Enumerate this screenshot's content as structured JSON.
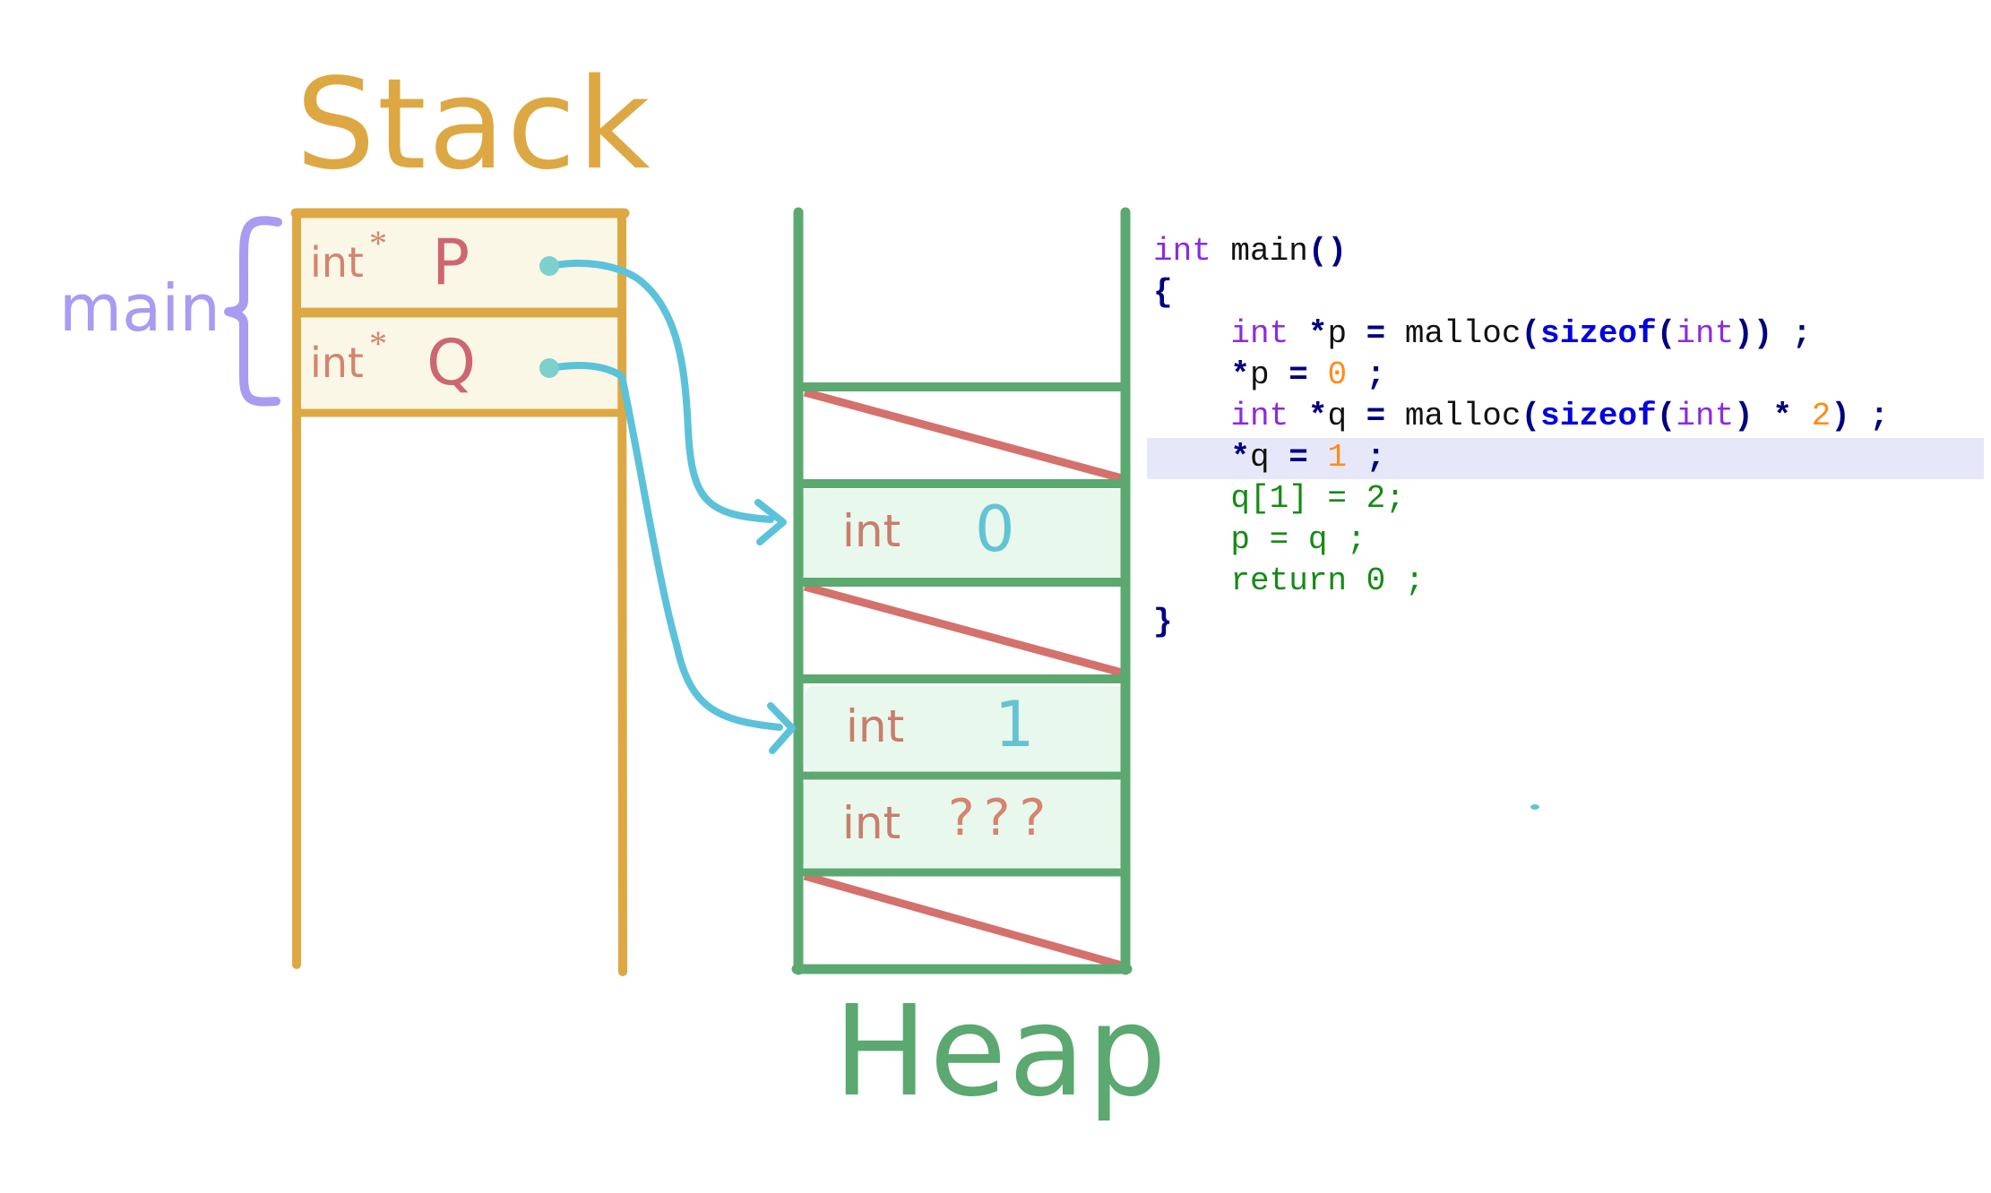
{
  "diagram": {
    "stack_title": "Stack",
    "heap_title": "Heap",
    "frame_label": "main",
    "stack_cells": [
      {
        "type": "int",
        "star": "*",
        "name": "P",
        "points_to": "heap-block-1"
      },
      {
        "type": "int",
        "star": "*",
        "name": "Q",
        "points_to": "heap-block-2"
      }
    ],
    "heap_blocks": [
      {
        "state": "free"
      },
      {
        "state": "allocated",
        "type": "int",
        "value": "0"
      },
      {
        "state": "free"
      },
      {
        "state": "allocated",
        "type": "int",
        "value": "1"
      },
      {
        "state": "allocated",
        "type": "int",
        "value": "???"
      },
      {
        "state": "free"
      }
    ],
    "colors": {
      "stack": "#DDA843",
      "stack_cell_fill": "#FBF7E6",
      "heap": "#5BA870",
      "heap_cell_fill": "#E8F8EC",
      "free_slash": "#D4716C",
      "pointer_arrow": "#5BC2DA",
      "frame_brace": "#A99BF2",
      "code_highlight": "#E6E8FA"
    }
  },
  "code": {
    "highlighted_line": 5,
    "lines": [
      [
        {
          "t": "int",
          "c": "kw"
        },
        {
          "t": " main",
          "c": "plain"
        },
        {
          "t": "()",
          "c": "op"
        }
      ],
      [
        {
          "t": "{",
          "c": "op"
        }
      ],
      [
        {
          "t": "    ",
          "c": "plain"
        },
        {
          "t": "int",
          "c": "kw"
        },
        {
          "t": " ",
          "c": "plain"
        },
        {
          "t": "*",
          "c": "op"
        },
        {
          "t": "p ",
          "c": "plain"
        },
        {
          "t": "=",
          "c": "op"
        },
        {
          "t": " malloc",
          "c": "plain"
        },
        {
          "t": "(",
          "c": "op"
        },
        {
          "t": "sizeof",
          "c": "kwb"
        },
        {
          "t": "(",
          "c": "op"
        },
        {
          "t": "int",
          "c": "kw"
        },
        {
          "t": "))",
          "c": "op"
        },
        {
          "t": " ;",
          "c": "op"
        }
      ],
      [
        {
          "t": "    ",
          "c": "plain"
        },
        {
          "t": "*",
          "c": "op"
        },
        {
          "t": "p ",
          "c": "plain"
        },
        {
          "t": "=",
          "c": "op"
        },
        {
          "t": " ",
          "c": "plain"
        },
        {
          "t": "0",
          "c": "num"
        },
        {
          "t": " ;",
          "c": "op"
        }
      ],
      [
        {
          "t": "    ",
          "c": "plain"
        },
        {
          "t": "int",
          "c": "kw"
        },
        {
          "t": " ",
          "c": "plain"
        },
        {
          "t": "*",
          "c": "op"
        },
        {
          "t": "q ",
          "c": "plain"
        },
        {
          "t": "=",
          "c": "op"
        },
        {
          "t": " malloc",
          "c": "plain"
        },
        {
          "t": "(",
          "c": "op"
        },
        {
          "t": "sizeof",
          "c": "kwb"
        },
        {
          "t": "(",
          "c": "op"
        },
        {
          "t": "int",
          "c": "kw"
        },
        {
          "t": ")",
          "c": "op"
        },
        {
          "t": " ",
          "c": "plain"
        },
        {
          "t": "*",
          "c": "op"
        },
        {
          "t": " ",
          "c": "plain"
        },
        {
          "t": "2",
          "c": "num"
        },
        {
          "t": ")",
          "c": "op"
        },
        {
          "t": " ;",
          "c": "op"
        }
      ],
      [
        {
          "t": "    ",
          "c": "plain"
        },
        {
          "t": "*",
          "c": "op"
        },
        {
          "t": "q ",
          "c": "plain"
        },
        {
          "t": "=",
          "c": "op"
        },
        {
          "t": " ",
          "c": "plain"
        },
        {
          "t": "1",
          "c": "num"
        },
        {
          "t": " ;",
          "c": "op"
        }
      ],
      [
        {
          "t": "    q[1] = 2;",
          "c": "cmt"
        }
      ],
      [
        {
          "t": "    p = q ;",
          "c": "cmt"
        }
      ],
      [
        {
          "t": "    return 0 ;",
          "c": "cmt"
        }
      ],
      [
        {
          "t": "}",
          "c": "op"
        }
      ]
    ]
  }
}
